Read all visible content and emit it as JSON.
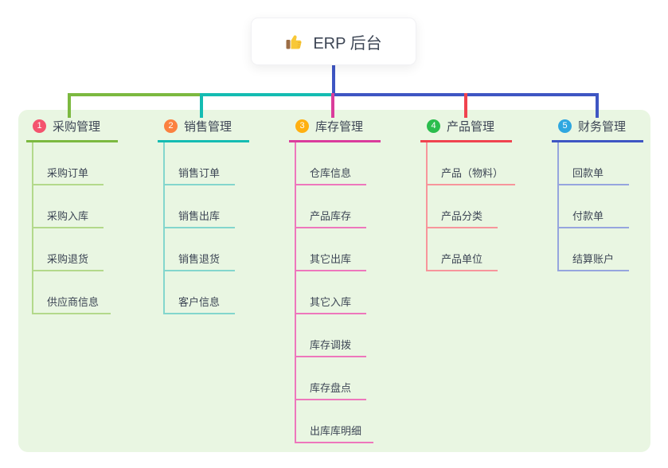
{
  "root": {
    "label": "ERP 后台",
    "icon": "thumbs-up-icon"
  },
  "colors": {
    "page_background": "#ffffff",
    "panel_background": "#e9f6e2",
    "root_connector": "#3e56c3",
    "text": "#3d4655",
    "node_background": "#ffffff"
  },
  "branches": [
    {
      "badge": "1",
      "label": "采购管理",
      "badge_color": "#f4536e",
      "line_color": "#7cb940",
      "child_line_color": "#b3d98b",
      "children": [
        "采购订单",
        "采购入库",
        "采购退货",
        "供应商信息"
      ]
    },
    {
      "badge": "2",
      "label": "销售管理",
      "badge_color": "#fb8140",
      "line_color": "#14bcb2",
      "child_line_color": "#83d6cd",
      "children": [
        "销售订单",
        "销售出库",
        "销售退货",
        "客户信息"
      ]
    },
    {
      "badge": "3",
      "label": "库存管理",
      "badge_color": "#ffb011",
      "line_color": "#da3c9c",
      "child_line_color": "#ee77bc",
      "children": [
        "仓库信息",
        "产品库存",
        "其它出库",
        "其它入库",
        "库存调拨",
        "库存盘点",
        "出库库明细"
      ]
    },
    {
      "badge": "4",
      "label": "产品管理",
      "badge_color": "#2bbd4d",
      "line_color": "#f0434f",
      "child_line_color": "#f7959b",
      "children": [
        "产品（物料）",
        "产品分类",
        "产品单位"
      ]
    },
    {
      "badge": "5",
      "label": "财务管理",
      "badge_color": "#2fa7e0",
      "line_color": "#3e56c3",
      "child_line_color": "#96a5de",
      "children": [
        "回款单",
        "付款单",
        "结算账户"
      ]
    }
  ]
}
